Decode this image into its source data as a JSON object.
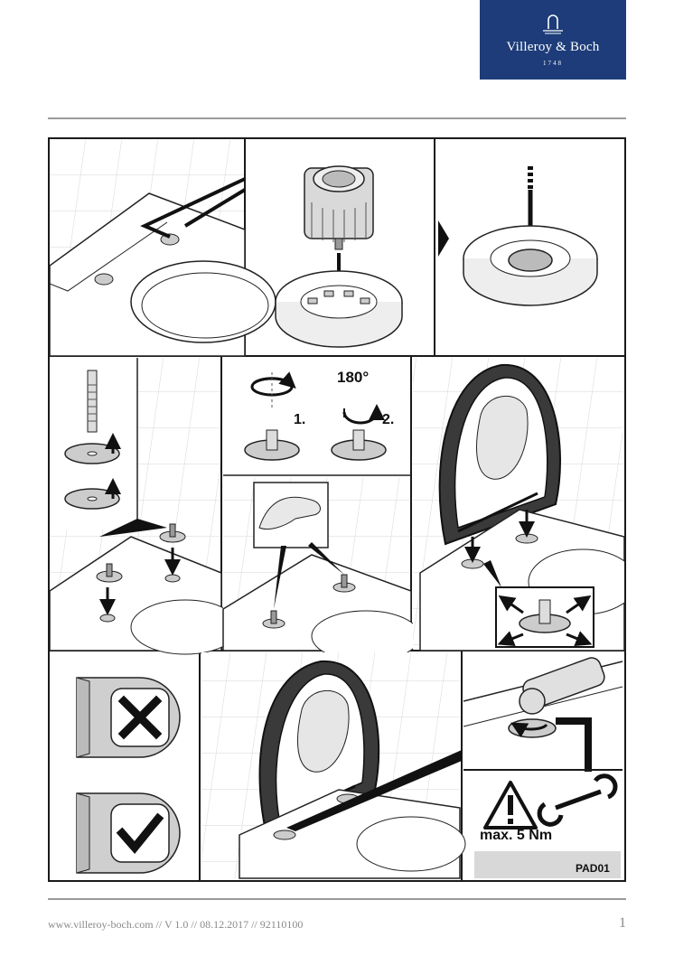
{
  "logo": {
    "brand": "Villeroy & Boch",
    "year": "1748"
  },
  "labels": {
    "rotate_degrees": "180°",
    "step_1": "1.",
    "step_2": "2.",
    "torque": "max. 5 Nm",
    "code": "PAD01"
  },
  "footer": {
    "text": "www.villeroy-boch.com // V 1.0 // 08.12.2017 // 92110100",
    "page": "1"
  },
  "colors": {
    "brand_blue": "#1d3c79",
    "line": "#1a1a1a",
    "grey": "#d8d8d8"
  },
  "icons": [
    "cross-icon",
    "check-icon",
    "warning-icon",
    "wrench-icon",
    "arrow-icon",
    "rotate-icon"
  ]
}
